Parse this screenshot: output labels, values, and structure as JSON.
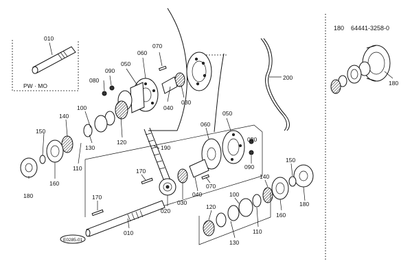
{
  "header": {
    "part_no": "180",
    "part_code": "64441-3258-0"
  },
  "inset": {
    "label": "PW · MO"
  },
  "callouts": {
    "c010_inset": "010",
    "c080_top": "080",
    "c090_top": "090",
    "c050_top": "050",
    "c060_top": "060",
    "c070_top": "070",
    "c040_top": "040",
    "c030_top": "030",
    "c200": "200",
    "c100_left": "100",
    "c140_left": "140",
    "c150_left": "150",
    "c130_left": "130",
    "c120_left": "120",
    "c110_left": "110",
    "c160_left": "160",
    "c180_left": "180",
    "c190": "190",
    "c170_a": "170",
    "c170_b": "170",
    "c020": "020",
    "c010_shaft": "010",
    "c030_mid": "030",
    "c040_mid": "040",
    "c070_mid": "070",
    "c060_mid": "060",
    "c050_mid": "050",
    "c080_mid": "080",
    "c090_mid": "090",
    "c140_right": "140",
    "c150_right": "150",
    "c100_right": "100",
    "c120_right": "120",
    "c110_right": "110",
    "c130_right": "130",
    "c160_right": "160",
    "c180_right": "180",
    "c180_side": "180"
  },
  "stamp": "E0285-01"
}
